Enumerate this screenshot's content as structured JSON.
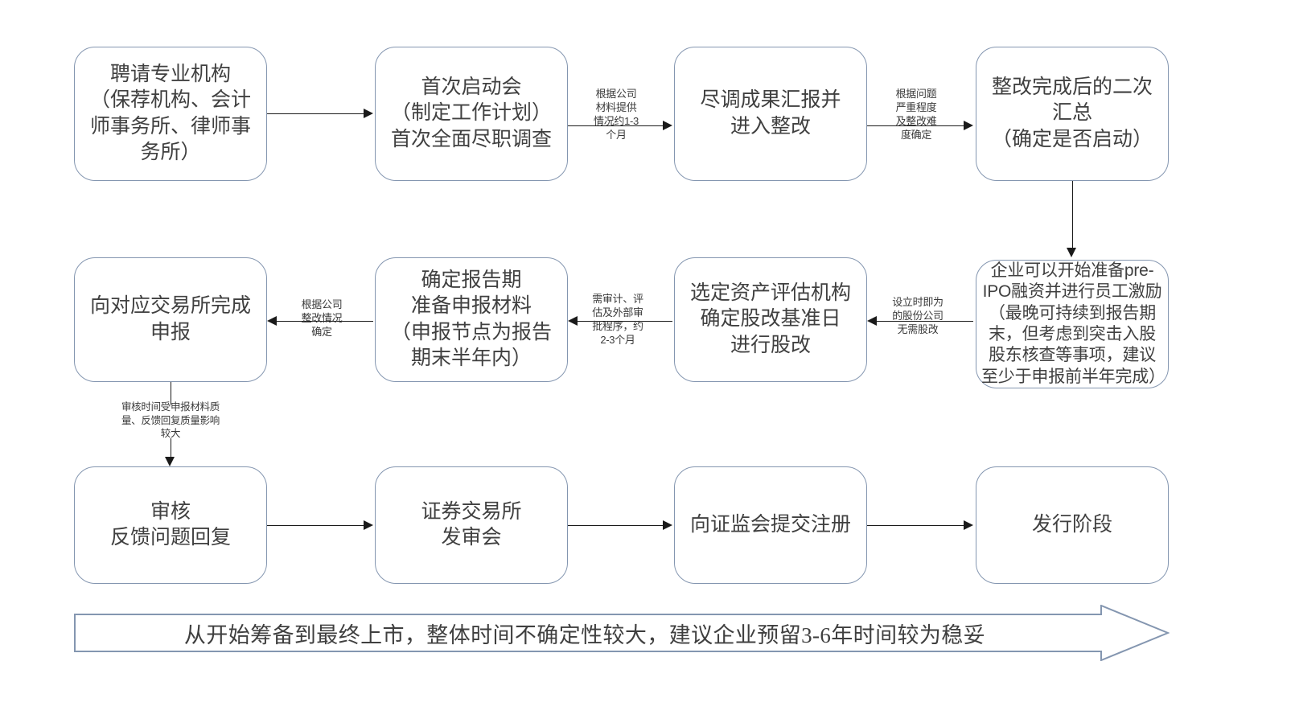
{
  "diagram": {
    "title": "IPO 上市流程图",
    "stroke_color": "#8496b0",
    "line_color": "#1a1a1a",
    "text_color": "#404040"
  },
  "nodes": [
    {
      "id": "n1",
      "label": "聘请专业机构\n（保荐机构、会计\n师事务所、律师事\n务所）"
    },
    {
      "id": "n2",
      "label": "首次启动会\n（制定工作计划）\n首次全面尽职调查"
    },
    {
      "id": "n3",
      "label": "尽调成果汇报并\n进入整改"
    },
    {
      "id": "n4",
      "label": "整改完成后的二次\n汇总\n（确定是否启动）"
    },
    {
      "id": "n5",
      "label": "企业可以开始准备pre-\nIPO融资并进行员工激励\n（最晚可持续到报告期\n末，但考虑到突击入股\n股东核查等事项，建议\n至少于申报前半年完成）"
    },
    {
      "id": "n6",
      "label": "选定资产评估机构\n确定股改基准日\n进行股改"
    },
    {
      "id": "n7",
      "label": "确定报告期\n准备申报材料\n（申报节点为报告\n期末半年内）"
    },
    {
      "id": "n8",
      "label": "向对应交易所完成\n申报"
    },
    {
      "id": "n9",
      "label": "审核\n反馈问题回复"
    },
    {
      "id": "n10",
      "label": "证券交易所\n发审会"
    },
    {
      "id": "n11",
      "label": "向证监会提交注册"
    },
    {
      "id": "n12",
      "label": "发行阶段"
    }
  ],
  "edge_labels": [
    {
      "id": "e1",
      "text": "根据公司\n材料提供\n情况约1-3\n个月"
    },
    {
      "id": "e2",
      "text": "根据问题\n严重程度\n及整改难\n度确定"
    },
    {
      "id": "e3",
      "text": "设立时即为\n的股份公司\n无需股改"
    },
    {
      "id": "e4",
      "text": "需审计、评\n估及外部审\n批程序，约\n2-3个月"
    },
    {
      "id": "e5",
      "text": "根据公司\n整改情况\n确定"
    },
    {
      "id": "e6",
      "text": "审核时间受申报材料质\n量、反馈回复质量影响\n较大"
    }
  ],
  "banner": {
    "text": "从开始筹备到最终上市，整体时间不确定性较大，建议企业预留3-6年时间较为稳妥"
  }
}
